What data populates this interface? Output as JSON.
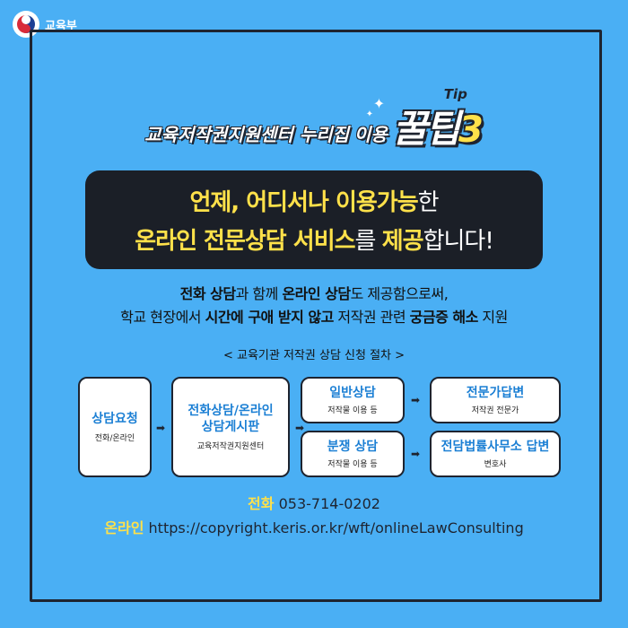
{
  "ministry": {
    "name": "교육부"
  },
  "headline": {
    "text": "교육저작권지원센터 누리집",
    "use": "이용",
    "tip_big": "꿀팁",
    "tip_num": "3",
    "tip_small": "Tip"
  },
  "banner": {
    "line1_a": "언제, 어디서나 이용가능",
    "line1_b": "한",
    "line2_a": "온라인 전문상담 서비스",
    "line2_b": "를 ",
    "line2_c": "제공",
    "line2_d": "합니다!"
  },
  "description": {
    "l1_a": "전화 상담",
    "l1_b": "과 함께 ",
    "l1_c": "온라인 상담",
    "l1_d": "도 제공함으로써,",
    "l2_a": "학교 현장에서 ",
    "l2_b": "시간에 구애 받지 않고",
    "l2_c": " 저작권 관련 ",
    "l2_d": "궁금증 해소",
    "l2_e": " 지원"
  },
  "process": {
    "title": "< 교육기관 저작권 상담 신청 절차 >",
    "step1": {
      "title": "상담요청",
      "sub": "전화/온라인"
    },
    "step2": {
      "title_l1": "전화상담/온라인",
      "title_l2": "상담게시판",
      "sub": "교육저작권지원센터"
    },
    "step3a": {
      "title": "일반상담",
      "sub": "저작물 이용 등"
    },
    "step3b": {
      "title": "분쟁 상담",
      "sub": "저작물 이용 등"
    },
    "step4a": {
      "title": "전문가답변",
      "sub": "저작권 전문가"
    },
    "step4b": {
      "title": "전담법률사무소 답변",
      "sub": "변호사"
    }
  },
  "contact": {
    "phone_label": "전화",
    "phone": "053-714-0202",
    "online_label": "온라인",
    "online_url": "https://copyright.keris.or.kr/wft/onlineLawConsulting"
  },
  "colors": {
    "background": "#4aaff4",
    "accent_yellow": "#ffe14a",
    "dark": "#1b1f27",
    "box_title_blue": "#1b7fd4"
  }
}
